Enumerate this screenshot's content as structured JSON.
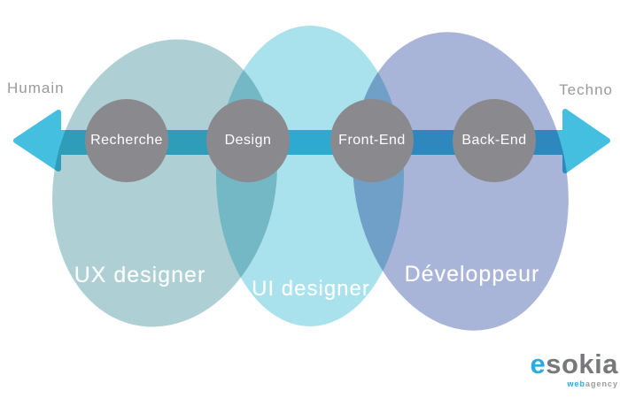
{
  "axis": {
    "left_label": "Humain",
    "right_label": "Techno",
    "label_color": "#9a9a9a",
    "arrow_color": "#45bfe0"
  },
  "roles": [
    {
      "label": "UX designer",
      "fill": "#aed0d4"
    },
    {
      "label": "UI designer",
      "fill": "#a9e2ec"
    },
    {
      "label": "Développeur",
      "fill": "#a9b5d8"
    }
  ],
  "skills": [
    {
      "label": "Recherche"
    },
    {
      "label": "Design"
    },
    {
      "label": "Front-End"
    },
    {
      "label": "Back-End"
    }
  ],
  "skill_node_color": "#8a898d",
  "logo": {
    "brand_blue_part": "e",
    "brand_gray_part": "sokia",
    "tagline_blue_part": "web",
    "tagline_gray_part": "agency",
    "blue": "#29abe2",
    "brand_gray": "#77787b",
    "tagline_gray": "#9b9c9e"
  }
}
